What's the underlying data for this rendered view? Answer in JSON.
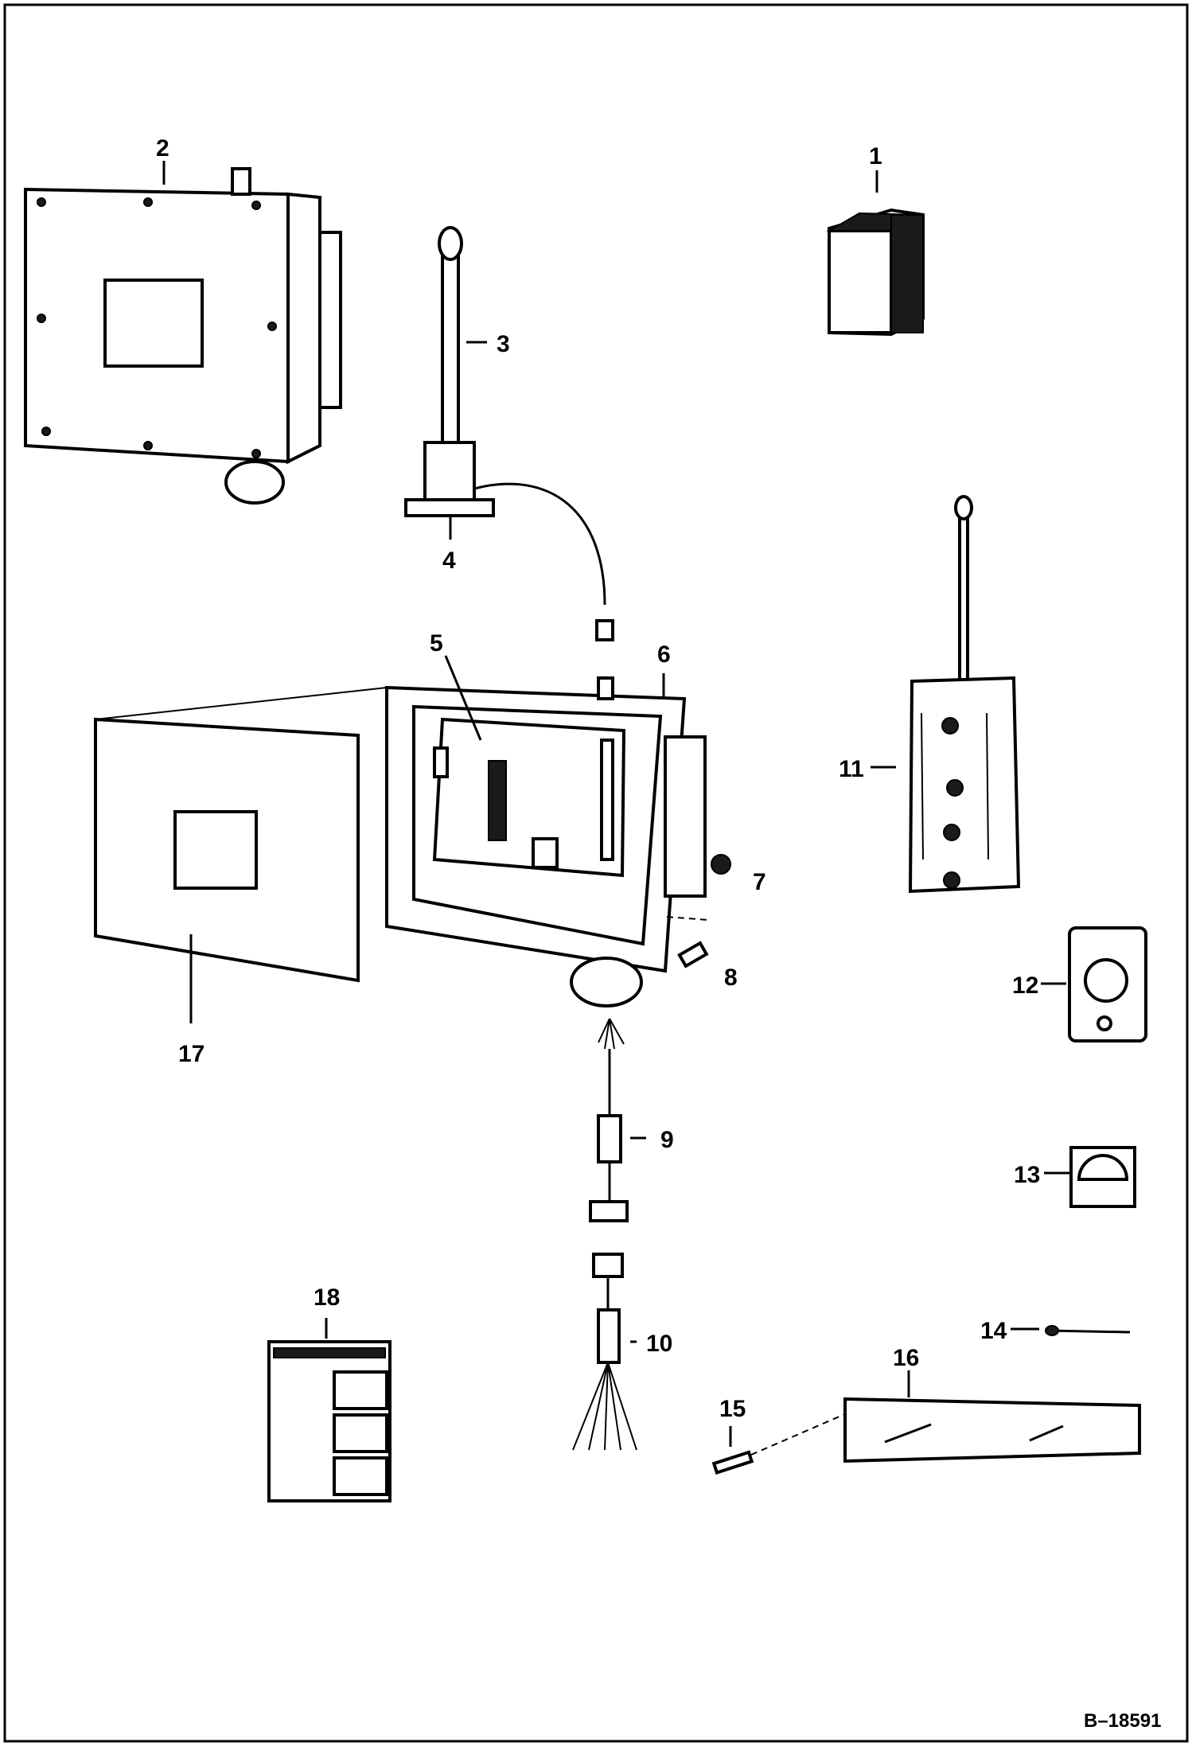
{
  "figure_id": "B–18591",
  "callouts": [
    {
      "num": "1"
    },
    {
      "num": "2"
    },
    {
      "num": "3"
    },
    {
      "num": "4"
    },
    {
      "num": "5"
    },
    {
      "num": "6"
    },
    {
      "num": "7"
    },
    {
      "num": "8"
    },
    {
      "num": "9"
    },
    {
      "num": "10"
    },
    {
      "num": "11"
    },
    {
      "num": "12"
    },
    {
      "num": "13"
    },
    {
      "num": "14"
    },
    {
      "num": "15"
    },
    {
      "num": "16"
    },
    {
      "num": "17"
    },
    {
      "num": "18"
    }
  ]
}
